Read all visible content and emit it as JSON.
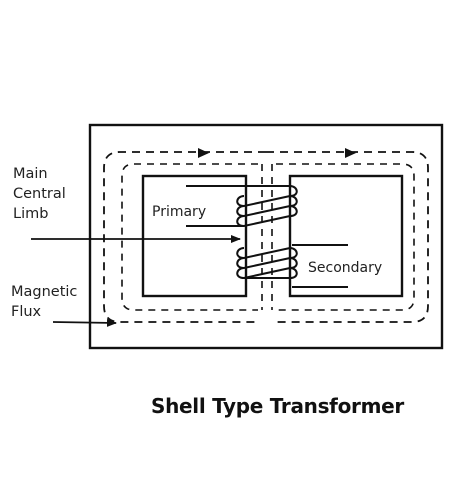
{
  "diagram": {
    "labels": {
      "main_central_limb": [
        "Main",
        "Central",
        "Limb"
      ],
      "magnetic_flux": [
        "Magnetic",
        "Flux"
      ],
      "primary": "Primary",
      "secondary": "Secondary"
    },
    "caption": "Shell Type Transformer"
  }
}
